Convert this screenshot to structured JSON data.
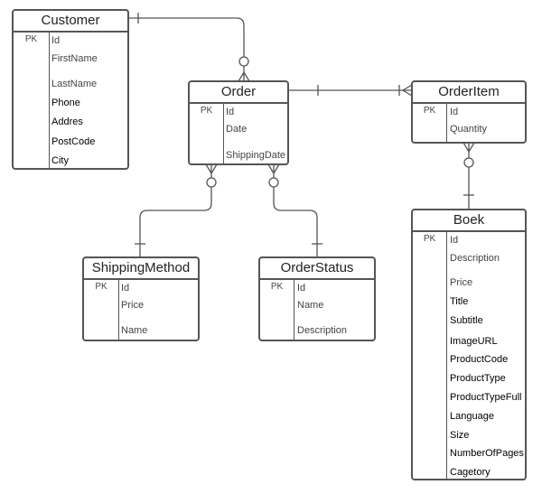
{
  "entities": {
    "customer": {
      "title": "Customer",
      "pk": "PK",
      "attributes": [
        "Id",
        "FirstName",
        "LastName",
        "Phone",
        "Addres",
        "PostCode",
        "City"
      ]
    },
    "order": {
      "title": "Order",
      "pk": "PK",
      "attributes": [
        "Id",
        "Date",
        "ShippingDate"
      ]
    },
    "order_item": {
      "title": "OrderItem",
      "pk": "PK",
      "attributes": [
        "Id",
        "Quantity"
      ]
    },
    "boek": {
      "title": "Boek",
      "pk": "PK",
      "attributes": [
        "Id",
        "Description",
        "Price",
        "Title",
        "Subtitle",
        "ImageURL",
        "ProductCode",
        "ProductType",
        "ProductTypeFull",
        "Language",
        "Size",
        "NumberOfPages",
        "Cagetory"
      ]
    },
    "shipping_method": {
      "title": "ShippingMethod",
      "pk": "PK",
      "attributes": [
        "Id",
        "Price",
        "Name"
      ]
    },
    "order_status": {
      "title": "OrderStatus",
      "pk": "PK",
      "attributes": [
        "Id",
        "Name",
        "Description"
      ]
    }
  },
  "relationships": [
    {
      "from": "Customer",
      "to": "Order",
      "from_end": "one",
      "to_end": "zero-or-many"
    },
    {
      "from": "Order",
      "to": "OrderItem",
      "from_end": "one",
      "to_end": "one-or-many"
    },
    {
      "from": "OrderItem",
      "to": "Boek",
      "from_end": "zero-or-many",
      "to_end": "one"
    },
    {
      "from": "Order",
      "to": "ShippingMethod",
      "from_end": "zero-or-many",
      "to_end": "one"
    },
    {
      "from": "Order",
      "to": "OrderStatus",
      "from_end": "zero-or-many",
      "to_end": "one"
    }
  ],
  "colors": {
    "line": "#555555",
    "border": "#555555",
    "text": "#333333",
    "background": "#ffffff"
  }
}
